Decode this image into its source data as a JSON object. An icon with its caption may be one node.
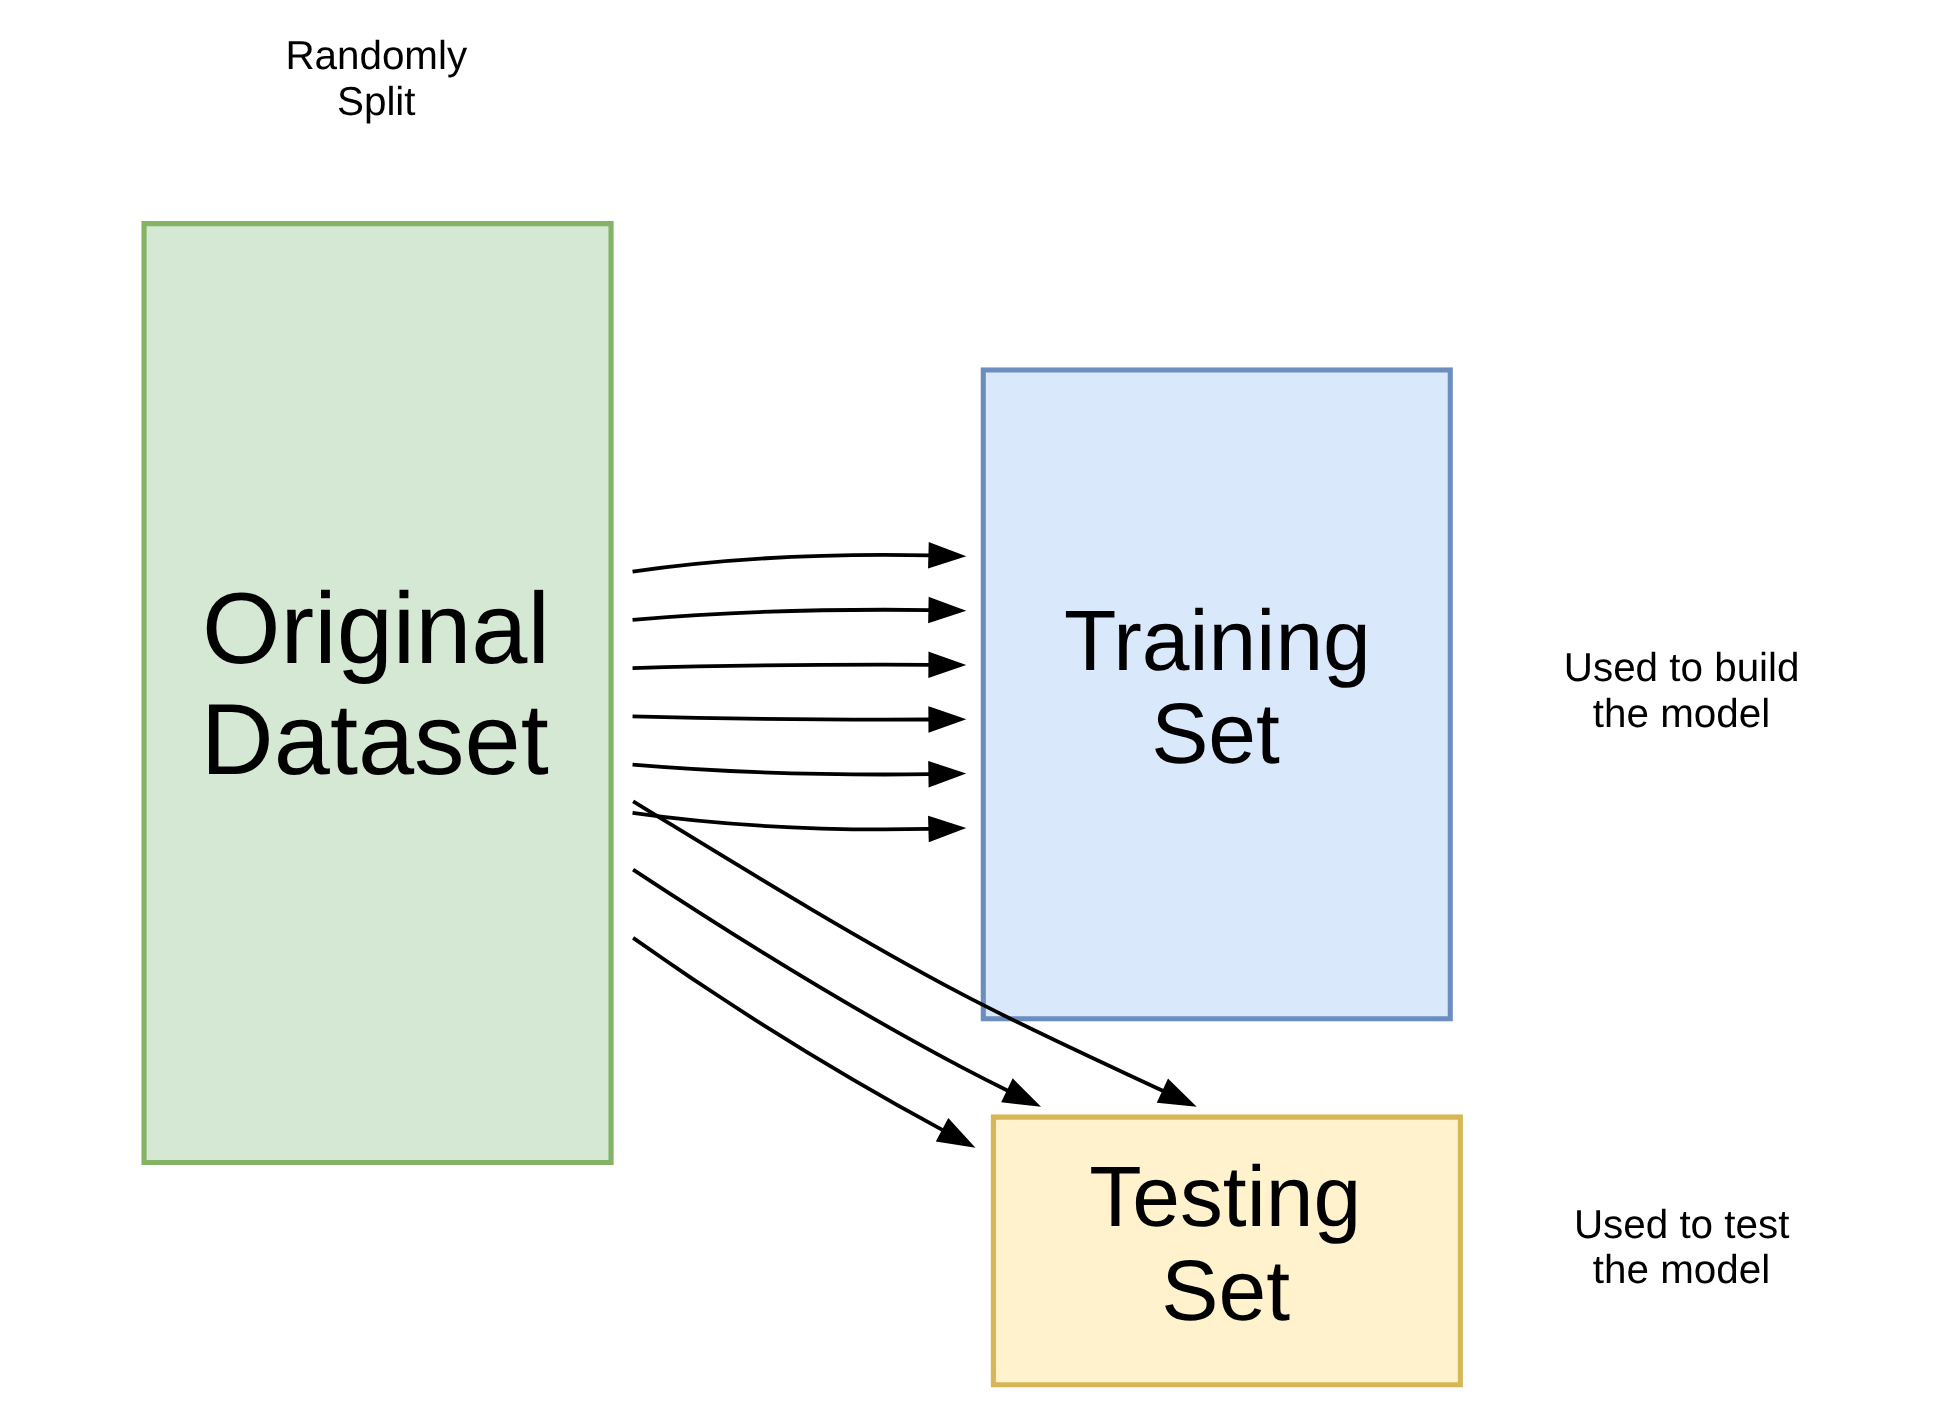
{
  "diagram": {
    "nodes": [
      {
        "text": [
          "Original Dataset"
        ]
      },
      {
        "text": [
          "Training Set"
        ],
        "beside": [
          "Used to build the model"
        ]
      },
      {
        "text": [
          "Testing Set"
        ],
        "beside": [
          "Used to test the model"
        ]
      }
    ],
    "edges": [
      {
        "from": 0,
        "to": 1,
        "arrow": "to"
      },
      {
        "from": 0,
        "to": 1,
        "arrow": "to"
      },
      {
        "from": 0,
        "to": 1,
        "arrow": "to"
      },
      {
        "from": 0,
        "to": 1,
        "arrow": "to"
      },
      {
        "from": 0,
        "to": 1,
        "arrow": "to"
      },
      {
        "from": 0,
        "to": 1,
        "arrow": "to"
      },
      {
        "from": 0,
        "to": 2,
        "arrow": "to"
      },
      {
        "from": 0,
        "to": 2,
        "arrow": "to"
      },
      {
        "from": 0,
        "to": 2,
        "arrow": "to"
      }
    ],
    "labels": [
      "Randomly Split"
    ]
  }
}
